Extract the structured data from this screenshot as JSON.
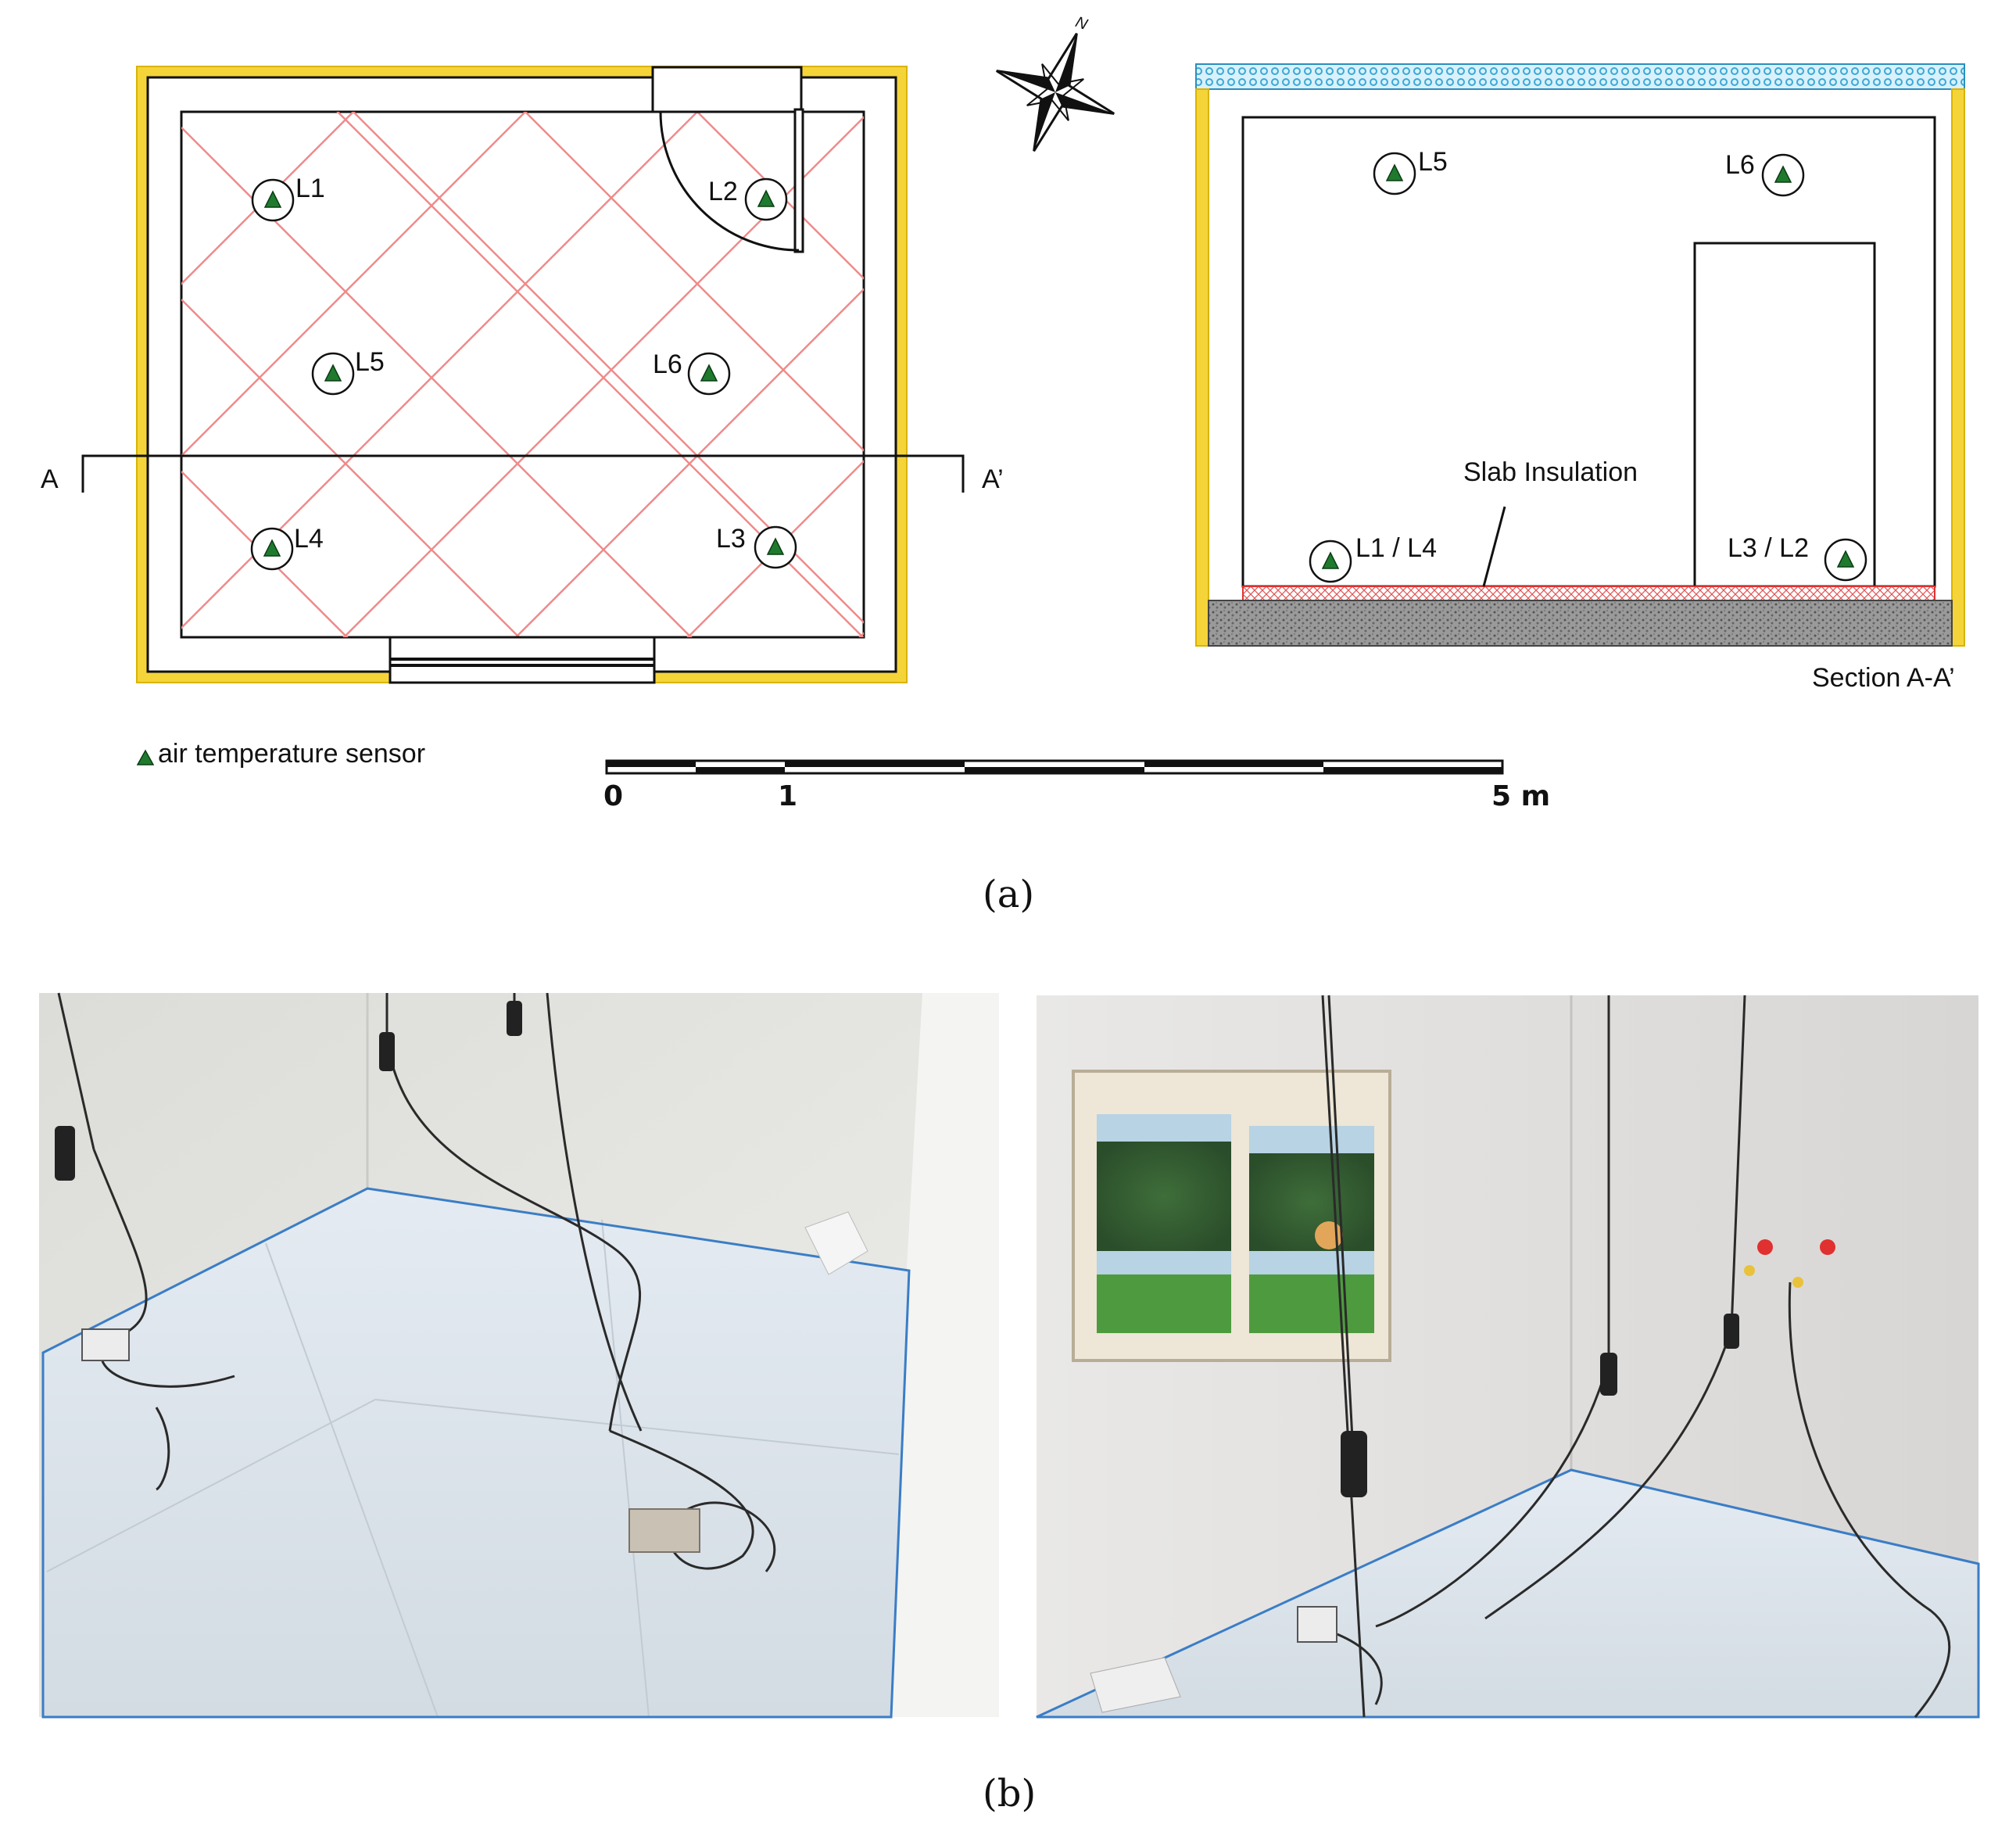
{
  "figure": {
    "caption_a": "(a)",
    "caption_b": "(b)"
  },
  "plan": {
    "sensors": [
      {
        "id": "L1"
      },
      {
        "id": "L2"
      },
      {
        "id": "L3"
      },
      {
        "id": "L4"
      },
      {
        "id": "L5"
      },
      {
        "id": "L6"
      }
    ],
    "section_marker_left": "A",
    "section_marker_right": "A’",
    "compass_label": "N"
  },
  "section": {
    "title": "Section A-A’",
    "slab_label": "Slab Insulation",
    "sensor_labels": {
      "L5": "L5",
      "L6": "L6",
      "L1_L4": "L1 / L4",
      "L3_L2": "L3 / L2"
    }
  },
  "legend": {
    "sensor_label": "air temperature sensor"
  },
  "scale_bar": {
    "label_0": "0",
    "label_1": "1",
    "label_5": "5 m"
  },
  "colors": {
    "insulation": "#f2d032",
    "floor_grid": "#f08a8a",
    "sensor": "#1f7a2e",
    "outline": "#4a7fc1",
    "roof": "#6ec6e6"
  }
}
